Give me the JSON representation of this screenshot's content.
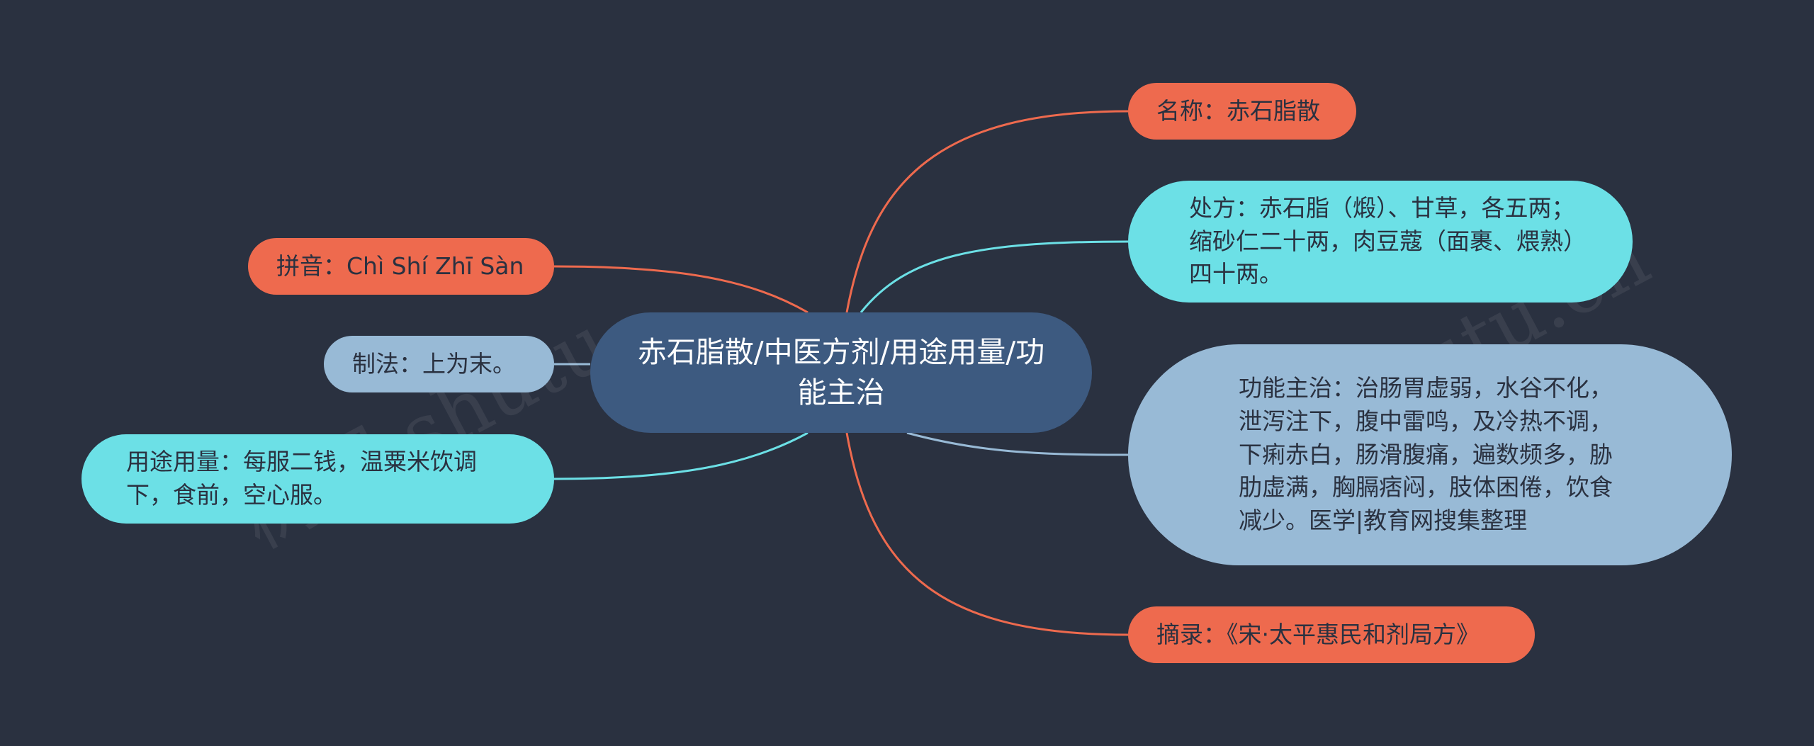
{
  "center": {
    "label": "赤石脂散/中医方剂/用途用量/功能主治"
  },
  "nodes": {
    "name": {
      "label": "名称：赤石脂散"
    },
    "prescription": {
      "label": "处方：赤石脂（煅）、甘草，各五两；缩砂仁二十两，肉豆蔻（面裹、煨熟）四十两。"
    },
    "function": {
      "label": "功能主治：治肠胃虚弱，水谷不化，泄泻注下，腹中雷鸣，及冷热不调，下痢赤白，肠滑腹痛，遍数频多，胁肋虚满，胸膈痞闷，肢体困倦，饮食减少。医学|教育网搜集整理"
    },
    "source": {
      "label": "摘录：《宋·太平惠民和剂局方》"
    },
    "pinyin": {
      "label": "拼音：Chì Shí Zhī Sàn"
    },
    "method": {
      "label": "制法：上为末。"
    },
    "usage": {
      "label": "用途用量：每服二钱，温粟米饮调下，食前，空心服。"
    }
  },
  "watermark": {
    "text_left": "树图 shutu",
    "text_right": "树图 shutu.cn"
  },
  "colors": {
    "background": "#2a3140",
    "center": "#3d5a80",
    "orange": "#ee6a4e",
    "cyan": "#6ce0e6",
    "blue": "#98bad6"
  }
}
